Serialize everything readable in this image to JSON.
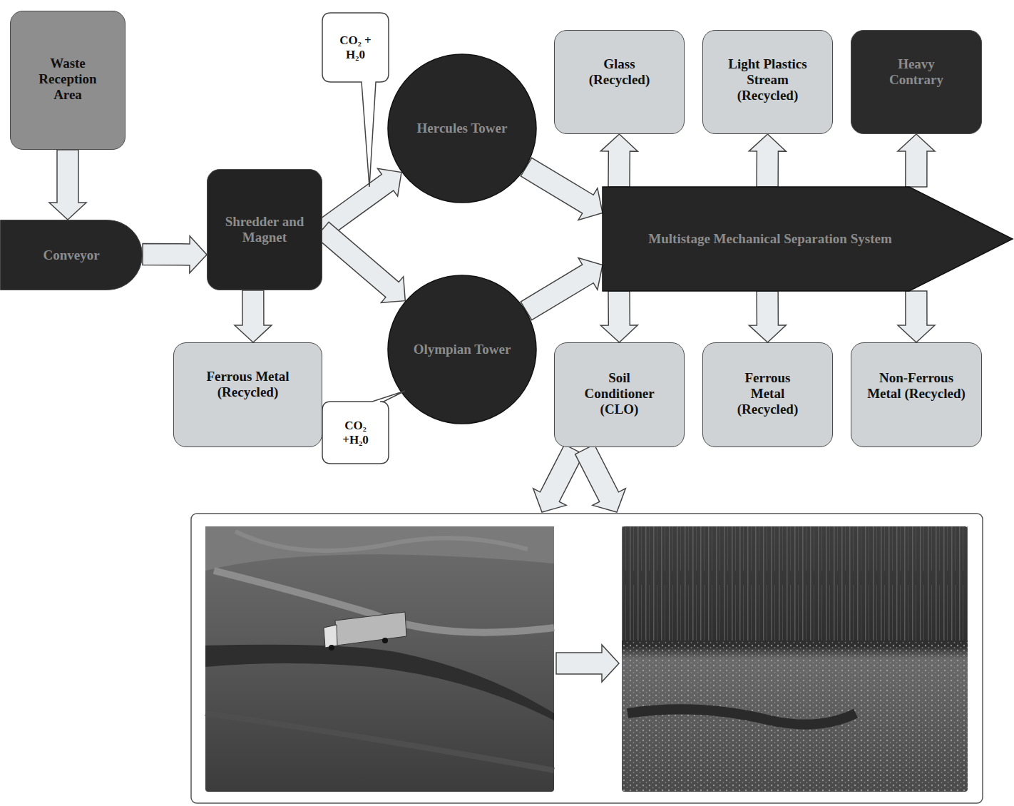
{
  "diagram": {
    "nodes": [
      {
        "text": [
          "Waste Reception Area"
        ]
      },
      {
        "text": [
          "CO₂ + H₂0"
        ]
      },
      {
        "text": [
          "Hercules Tower"
        ]
      },
      {
        "text": [
          "Glass (Recycled)"
        ]
      },
      {
        "text": [
          "Light Plastics Stream (Recycled)"
        ]
      },
      {
        "text": [
          "Heavy Contrary"
        ]
      },
      {
        "text": [
          "Conveyor"
        ]
      },
      {
        "text": [
          "Shredder and Magnet"
        ]
      },
      {
        "text": [
          "Multistage Mechanical Separation System"
        ]
      },
      {
        "text": [
          "Olympian Tower"
        ]
      },
      {
        "text": [
          "Ferrous Metal (Recycled)"
        ]
      },
      {
        "text": [
          "CO₂ +H₂0"
        ]
      },
      {
        "text": [
          "Soil Conditioner (CLO)"
        ]
      },
      {
        "text": [
          "Ferrous Metal (Recycled)"
        ]
      },
      {
        "text": [
          "Non-Ferrous Metal (Recycled)"
        ]
      }
    ],
    "edges": [
      {
        "from": 0,
        "to": 6,
        "arrow": "to"
      },
      {
        "from": 6,
        "to": 7,
        "arrow": "to"
      },
      {
        "from": 7,
        "to": 10,
        "arrow": "to"
      },
      {
        "from": 7,
        "to": 2,
        "arrow": "to"
      },
      {
        "from": 7,
        "to": 9,
        "arrow": "to"
      },
      {
        "from": 2,
        "to": 8,
        "arrow": "to"
      },
      {
        "from": 9,
        "to": 8,
        "arrow": "to"
      },
      {
        "from": 8,
        "to": 3,
        "arrow": "to"
      },
      {
        "from": 8,
        "to": 4,
        "arrow": "to"
      },
      {
        "from": 8,
        "to": 5,
        "arrow": "to"
      },
      {
        "from": 8,
        "to": 12,
        "arrow": "to"
      },
      {
        "from": 8,
        "to": 13,
        "arrow": "to"
      },
      {
        "from": 8,
        "to": 14,
        "arrow": "to"
      }
    ]
  }
}
